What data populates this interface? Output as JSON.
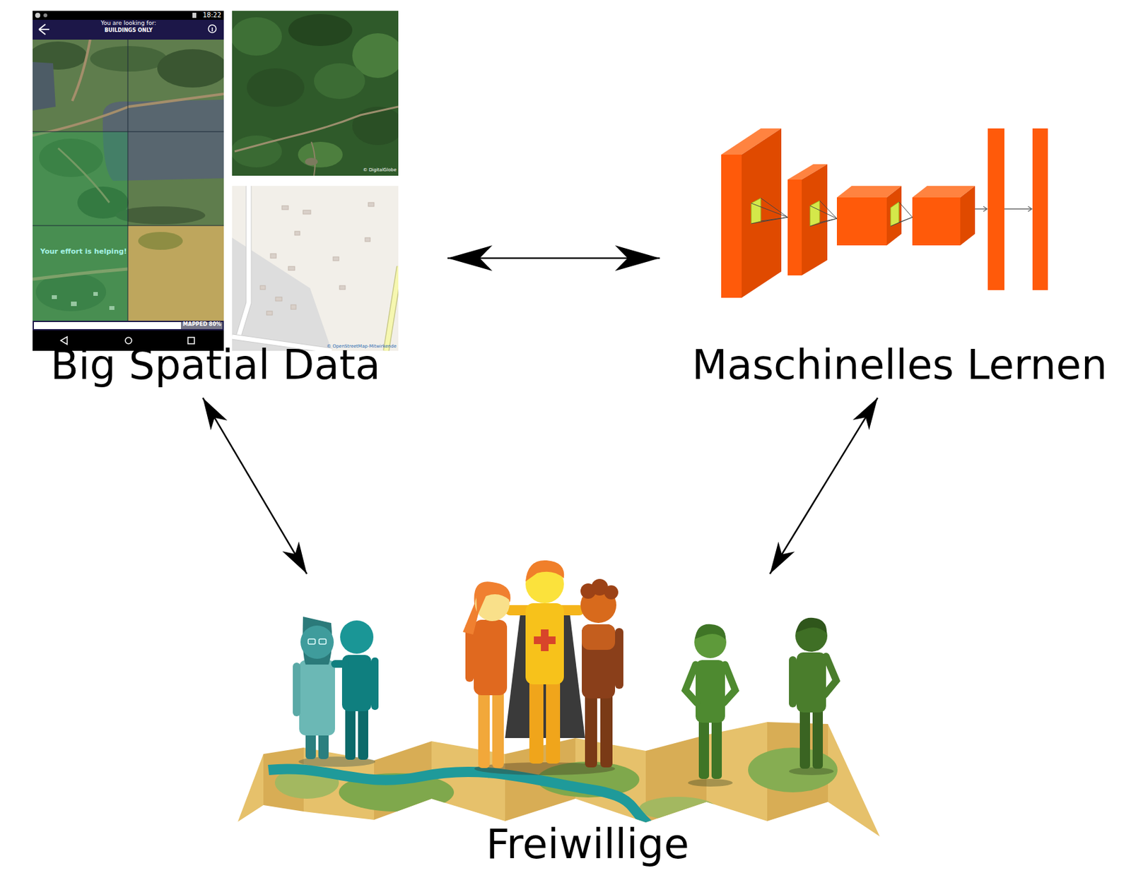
{
  "diagram": {
    "nodes": [
      {
        "text": [
          "Big Spatial Data"
        ]
      },
      {
        "text": [
          "Maschinelles Lernen"
        ]
      },
      {
        "text": [
          "Freiwillige"
        ]
      }
    ],
    "edges": [
      {
        "from": 0,
        "to": 1,
        "arrow": "both"
      },
      {
        "from": 0,
        "to": 2,
        "arrow": "both"
      },
      {
        "from": 1,
        "to": 2,
        "arrow": "both"
      }
    ],
    "labels": [
      "18:22",
      "You are looking for:",
      "BUILDINGS ONLY",
      "Your effort is helping!",
      "MAPPED 80%",
      "© DigitalGlobe",
      "© OpenStreetMap-Mitwirkende"
    ]
  }
}
